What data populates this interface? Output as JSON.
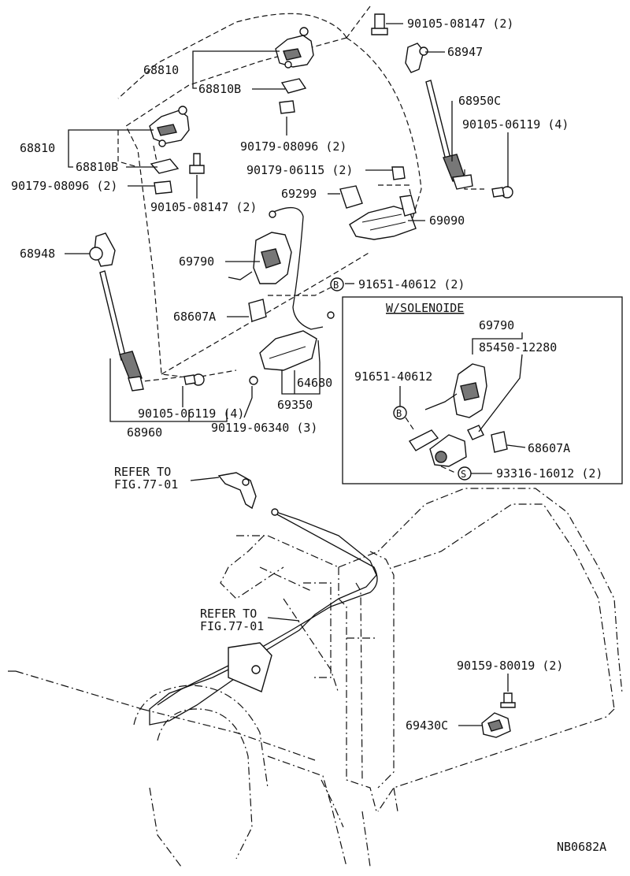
{
  "diagram": {
    "code": "NB0682A",
    "inset_title": "W/SOLENOIDE",
    "labels": {
      "p_90105_08147_top": "90105-08147 (2)",
      "p_68947": "68947",
      "p_68810_top": "68810",
      "p_68810B_top": "68810B",
      "p_68950C": "68950C",
      "p_90105_06119_right": "90105-06119 (4)",
      "p_68810_left": "68810",
      "p_90179_08096_mid": "90179-08096 (2)",
      "p_68810B_left": "68810B",
      "p_90179_06115": "90179-06115 (2)",
      "p_90179_08096_left": "90179-08096 (2)",
      "p_69299": "69299",
      "p_90105_08147_mid": "90105-08147 (2)",
      "p_69090": "69090",
      "p_68948": "68948",
      "p_69790": "69790",
      "p_91651_40612": "91651-40612 (2)",
      "p_68607A": "68607A",
      "p_64680": "64680",
      "p_69350": "69350",
      "p_90105_06119_bottom": "90105-06119 (4)",
      "p_90119_06340": "90119-06340 (3)",
      "p_68960": "68960",
      "inset_69790": "69790",
      "inset_85450_12280": "85450-12280",
      "inset_91651_40612": "91651-40612",
      "inset_68607A": "68607A",
      "inset_93316_16012": "93316-16012 (2)",
      "refer1_a": "REFER TO",
      "refer1_b": "FIG.77-01",
      "refer2_a": "REFER TO",
      "refer2_b": "FIG.77-01",
      "p_90159_80019": "90159-80019 (2)",
      "p_69430C": "69430C"
    },
    "markers": {
      "bolt_b": "B",
      "bolt_b_inset": "B",
      "screw_s": "S"
    }
  }
}
